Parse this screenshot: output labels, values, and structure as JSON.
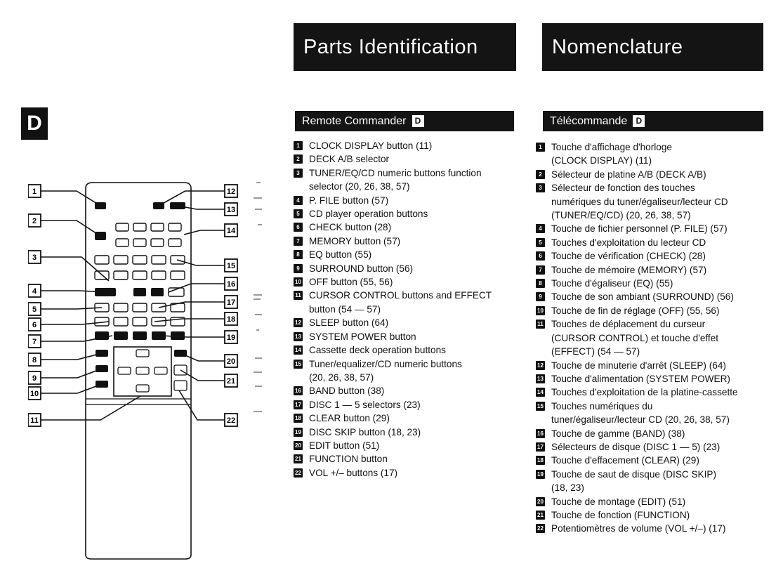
{
  "section_label": "D",
  "banner_en": "Parts Identification",
  "banner_fr": "Nomenclature",
  "header_en": {
    "title": "Remote Commander",
    "badge": "D"
  },
  "header_fr": {
    "title": "Télécommande",
    "badge": "D"
  },
  "items_en": [
    {
      "num": "1",
      "lines": [
        "CLOCK DISPLAY button (11)"
      ]
    },
    {
      "num": "2",
      "lines": [
        "DECK A/B selector"
      ]
    },
    {
      "num": "3",
      "lines": [
        "TUNER/EQ/CD numeric buttons function",
        "selector (20, 26, 38, 57)"
      ]
    },
    {
      "num": "4",
      "lines": [
        "P. FILE button (57)"
      ]
    },
    {
      "num": "5",
      "lines": [
        "CD player operation buttons"
      ]
    },
    {
      "num": "6",
      "lines": [
        "CHECK button (28)"
      ]
    },
    {
      "num": "7",
      "lines": [
        "MEMORY button (57)"
      ]
    },
    {
      "num": "8",
      "lines": [
        "EQ button (55)"
      ]
    },
    {
      "num": "9",
      "lines": [
        "SURROUND button (56)"
      ]
    },
    {
      "num": "10",
      "lines": [
        "OFF button (55, 56)"
      ]
    },
    {
      "num": "11",
      "lines": [
        "CURSOR CONTROL buttons and EFFECT",
        "button (54 — 57)"
      ]
    },
    {
      "num": "12",
      "lines": [
        "SLEEP button (64)"
      ]
    },
    {
      "num": "13",
      "lines": [
        "SYSTEM POWER button"
      ]
    },
    {
      "num": "14",
      "lines": [
        "Cassette deck operation buttons"
      ]
    },
    {
      "num": "15",
      "lines": [
        "Tuner/equalizer/CD numeric buttons",
        "(20, 26, 38, 57)"
      ]
    },
    {
      "num": "16",
      "lines": [
        "BAND button (38)"
      ]
    },
    {
      "num": "17",
      "lines": [
        "DISC 1 — 5 selectors (23)"
      ]
    },
    {
      "num": "18",
      "lines": [
        "CLEAR button (29)"
      ]
    },
    {
      "num": "19",
      "lines": [
        "DISC SKIP button (18, 23)"
      ]
    },
    {
      "num": "20",
      "lines": [
        "EDIT button (51)"
      ]
    },
    {
      "num": "21",
      "lines": [
        "FUNCTION button"
      ]
    },
    {
      "num": "22",
      "lines": [
        "VOL +/– buttons (17)"
      ]
    }
  ],
  "items_fr": [
    {
      "num": "1",
      "lines": [
        "Touche d'affichage d'horloge",
        "(CLOCK DISPLAY) (11)"
      ]
    },
    {
      "num": "2",
      "lines": [
        "Sélecteur de platine A/B (DECK A/B)"
      ]
    },
    {
      "num": "3",
      "lines": [
        "Sélecteur de fonction des touches",
        "numériques du tuner/égaliseur/lecteur CD",
        "(TUNER/EQ/CD) (20, 26, 38, 57)"
      ]
    },
    {
      "num": "4",
      "lines": [
        "Touche de fichier personnel (P. FILE) (57)"
      ]
    },
    {
      "num": "5",
      "lines": [
        "Touches d'exploitation du lecteur CD"
      ]
    },
    {
      "num": "6",
      "lines": [
        "Touche de vérification (CHECK) (28)"
      ]
    },
    {
      "num": "7",
      "lines": [
        "Touche de mémoire (MEMORY) (57)"
      ]
    },
    {
      "num": "8",
      "lines": [
        "Touche d'égaliseur (EQ) (55)"
      ]
    },
    {
      "num": "9",
      "lines": [
        "Touche de son ambiant (SURROUND) (56)"
      ]
    },
    {
      "num": "10",
      "lines": [
        "Touche de fin de réglage (OFF) (55, 56)"
      ]
    },
    {
      "num": "11",
      "lines": [
        "Touches de déplacement du curseur",
        "(CURSOR CONTROL) et touche d'effet",
        "(EFFECT) (54 — 57)"
      ]
    },
    {
      "num": "12",
      "lines": [
        "Touche de minuterie d'arrêt (SLEEP) (64)"
      ]
    },
    {
      "num": "13",
      "lines": [
        "Touche d'alimentation (SYSTEM POWER)"
      ]
    },
    {
      "num": "14",
      "lines": [
        "Touches d'exploitation de la platine-cassette"
      ]
    },
    {
      "num": "15",
      "lines": [
        "Touches numériques du",
        "tuner/égaliseur/lecteur CD (20, 26, 38, 57)"
      ]
    },
    {
      "num": "16",
      "lines": [
        "Touche de gamme (BAND) (38)"
      ]
    },
    {
      "num": "17",
      "lines": [
        "Sélecteurs de disque (DISC 1 — 5) (23)"
      ]
    },
    {
      "num": "18",
      "lines": [
        "Touche d'effacement (CLEAR) (29)"
      ]
    },
    {
      "num": "19",
      "lines": [
        "Touche de saut de disque (DISC SKIP)",
        "(18, 23)"
      ]
    },
    {
      "num": "20",
      "lines": [
        "Touche de montage (EDIT) (51)"
      ]
    },
    {
      "num": "21",
      "lines": [
        "Touche de fonction (FUNCTION)"
      ]
    },
    {
      "num": "22",
      "lines": [
        "Potentiomètres de volume (VOL +/–) (17)"
      ]
    }
  ],
  "callouts_left": [
    "1",
    "2",
    "3",
    "4",
    "5",
    "6",
    "7",
    "8",
    "9",
    "10",
    "11"
  ],
  "callouts_right": [
    "12",
    "13",
    "14",
    "15",
    "16",
    "17",
    "18",
    "19",
    "20",
    "21",
    "22"
  ]
}
